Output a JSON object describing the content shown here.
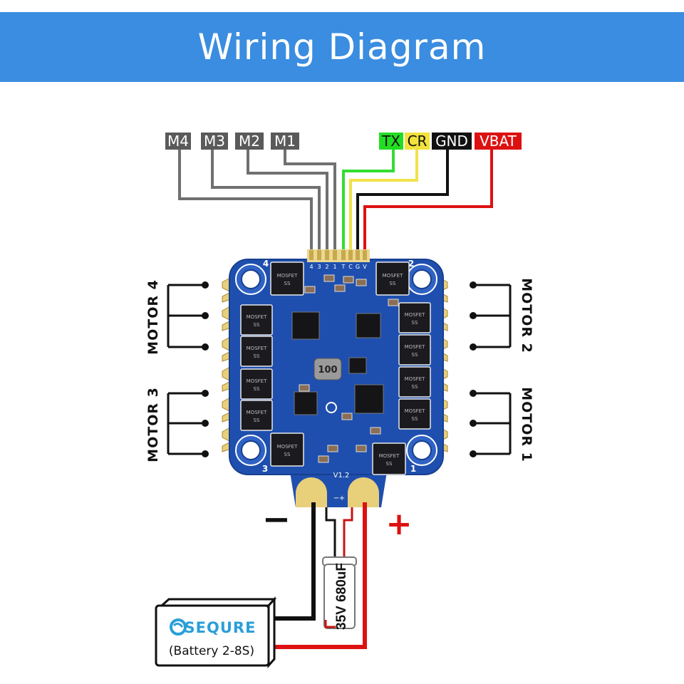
{
  "title": "Wiring Diagram",
  "signal_labels": [
    {
      "text": "M4",
      "color": "#5a5a5a",
      "text_color": "#ffffff"
    },
    {
      "text": "M3",
      "color": "#5a5a5a",
      "text_color": "#ffffff"
    },
    {
      "text": "M2",
      "color": "#5a5a5a",
      "text_color": "#ffffff"
    },
    {
      "text": "M1",
      "color": "#5a5a5a",
      "text_color": "#ffffff"
    },
    {
      "text": "TX",
      "color": "#22dd22",
      "text_color": "#111111"
    },
    {
      "text": "CR",
      "color": "#f2e23c",
      "text_color": "#111111"
    },
    {
      "text": "GND",
      "color": "#111111",
      "text_color": "#ffffff"
    },
    {
      "text": "VBAT",
      "color": "#dd1111",
      "text_color": "#ffffff"
    }
  ],
  "wire_colors": {
    "motor_signal": "#707070",
    "tx": "#33dd33",
    "cr": "#f0e24a",
    "gnd": "#111111",
    "vbat": "#dd1111"
  },
  "motors": {
    "m4": "MOTOR 4",
    "m3": "MOTOR 3",
    "m2": "MOTOR 2",
    "m1": "MOTOR 1"
  },
  "board": {
    "pcb_color": "#1f4fae",
    "pad_color": "#e8cf7a",
    "pin_labels": [
      "4",
      "3",
      "2",
      "1",
      "T",
      "C",
      "G",
      "V"
    ],
    "corner_numbers": [
      "4",
      "2",
      "3",
      "1"
    ],
    "mosfet_text": "MOSFET",
    "mosfet_code": "SS",
    "inductor_text": "100",
    "version": "V1.2",
    "pad_minus": "−",
    "pad_plus": "+"
  },
  "power": {
    "minus_label": "−",
    "plus_label": "+",
    "capacitor": "35V 680uF",
    "battery_brand": "SEQURE",
    "battery_text": "(Battery 2-8S)",
    "brand_color": "#2a9fd8"
  }
}
